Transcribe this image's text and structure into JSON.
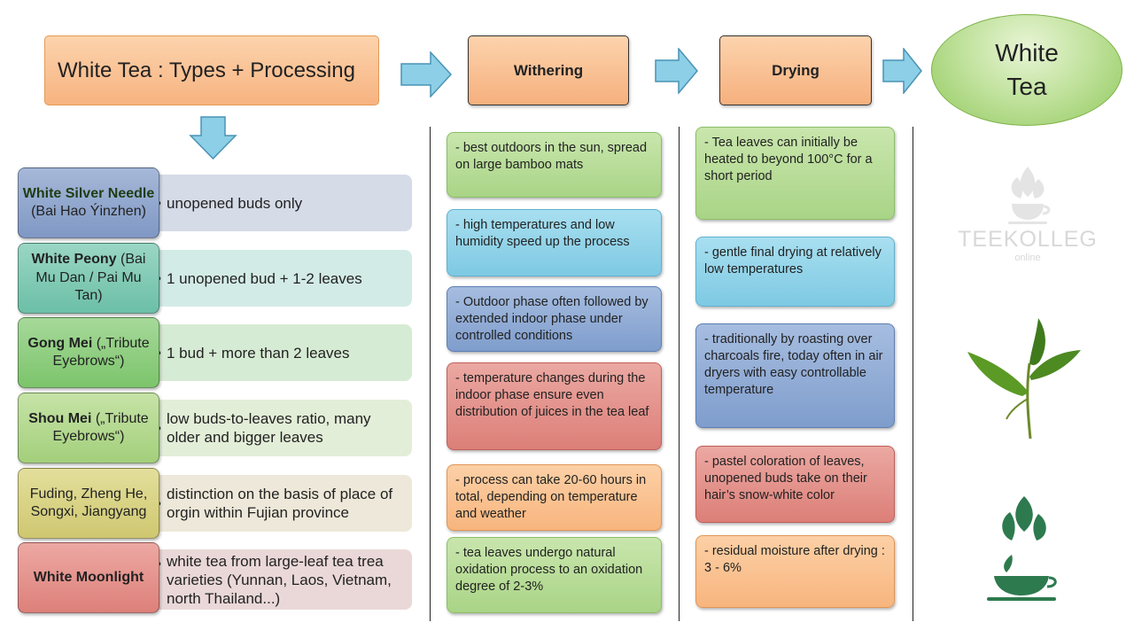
{
  "header": {
    "title": "White Tea : Types + Processing",
    "step_withering": "Withering",
    "step_drying": "Drying",
    "result_line1": "White",
    "result_line2": "Tea"
  },
  "categories": [
    {
      "name_bold": "White Silver Needle",
      "name_rest": " (Bai Hao Ýinzhen)",
      "desc": "unopened buds only",
      "color": "#8fa7cf"
    },
    {
      "name_bold": "White Peony",
      "name_rest": " (Bai Mu Dan / Pai Mu Tan)",
      "desc": "1 unopened bud + 1-2 leaves",
      "color": "#82caae"
    },
    {
      "name_bold": "Gong Mei",
      "name_rest": " („Tribute Eyebrows“)",
      "desc": "1 bud + more than 2 leaves",
      "color": "#8fcf7f"
    },
    {
      "name_bold": "Shou Mei",
      "name_rest": " („Tribute Eyebrows“)",
      "desc": "low buds-to-leaves ratio, many older and bigger leaves",
      "color": "#b5d990"
    },
    {
      "name_bold": "",
      "name_rest": "Fuding, Zheng He, Songxi, Jiangyang",
      "desc": "distinction on the basis of place of orgin within Fujian province",
      "color": "#d9d385"
    },
    {
      "name_bold": "White Moonlight",
      "name_rest": "",
      "desc": "white tea from large-leaf tea trea varieties (Yunnan, Laos, Vietnam, north Thailand...)",
      "color": "#e5948e"
    }
  ],
  "withering": [
    "- best outdoors in the sun, spread on large bamboo mats",
    "- high temperatures and low humidity speed up the process",
    "- Outdoor phase often followed by extended indoor phase under controlled conditions",
    "- temperature changes during the indoor phase ensure even distribution of juices in the tea leaf",
    "- process can take 20-60 hours in total, depending on temperature and weather",
    "- tea leaves undergo natural oxidation process to an oxidation degree of 2-3%"
  ],
  "drying": [
    "- Tea leaves can initially be heated to beyond 100°C for a short period",
    "- gentle final drying at relatively low temperatures",
    "- traditionally by roasting over charcoals fire, today often in air dryers with easy controllable temperature",
    "- pastel coloration of leaves, unopened buds take on their hair’s snow-white color",
    "- residual moisture after drying : 3 - 6%"
  ],
  "logo": {
    "name": "TEEKOLLEG",
    "sub": "online"
  },
  "icons": [
    "arrow-right-icon",
    "arrow-down-icon",
    "teekolleg-logo-icon",
    "tea-leaf-sprig-icon",
    "tea-cup-leaves-icon"
  ]
}
